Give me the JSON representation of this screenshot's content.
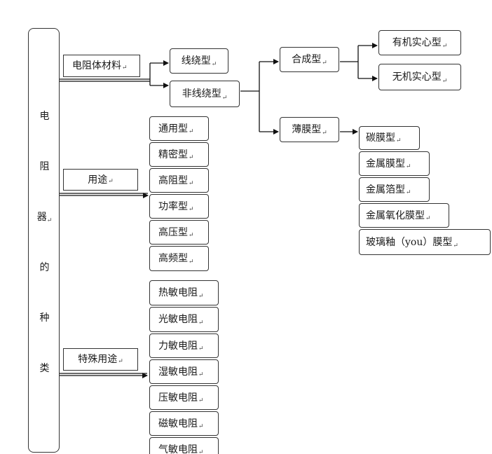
{
  "diagram": {
    "root_chars": [
      "电",
      "阻",
      "器",
      "的",
      "种",
      "类"
    ],
    "para_mark": "↵",
    "categories": {
      "material": "电阻体材料",
      "usage": "用途",
      "special": "特殊用途"
    },
    "material_types": {
      "wirewound": "线绕型",
      "non_wirewound": "非线绕型",
      "composite": "合成型",
      "organic_solid": "有机实心型",
      "inorganic_solid": "无机实心型",
      "thin_film": "薄膜型",
      "films": [
        "碳膜型",
        "金属膜型",
        "金属箔型",
        "金属氧化膜型",
        "玻璃釉（you）膜型"
      ]
    },
    "usage_types": [
      "通用型",
      "精密型",
      "高阻型",
      "功率型",
      "高压型",
      "高频型"
    ],
    "special_types": [
      "热敏电阻",
      "光敏电阻",
      "力敏电阻",
      "湿敏电阻",
      "压敏电阻",
      "磁敏电阻",
      "气敏电阻"
    ]
  }
}
